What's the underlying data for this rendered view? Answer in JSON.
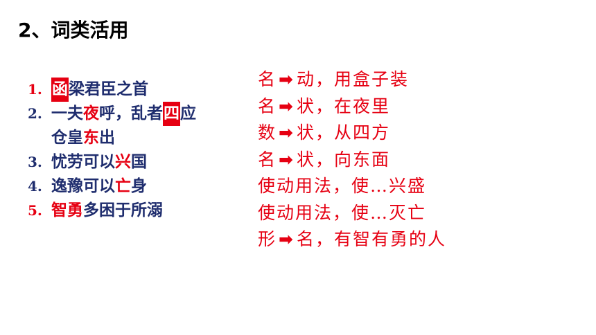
{
  "title": "2、词类活用",
  "examples": [
    {
      "num": "1.",
      "num_red": true,
      "parts": [
        {
          "text": "函",
          "style": "box"
        },
        {
          "text": "梁君臣之首",
          "style": "plain"
        }
      ]
    },
    {
      "num": "2.",
      "num_red": false,
      "parts": [
        {
          "text": "一夫",
          "style": "plain"
        },
        {
          "text": "夜",
          "style": "red"
        },
        {
          "text": "呼，乱者",
          "style": "plain"
        },
        {
          "text": "四",
          "style": "box"
        },
        {
          "text": "应",
          "style": "plain"
        }
      ]
    },
    {
      "num": "",
      "num_red": false,
      "cont": true,
      "parts": [
        {
          "text": "仓皇",
          "style": "plain"
        },
        {
          "text": "东",
          "style": "red"
        },
        {
          "text": "出",
          "style": "plain"
        }
      ]
    },
    {
      "num": "3.",
      "num_red": false,
      "parts": [
        {
          "text": "忧劳可以",
          "style": "plain"
        },
        {
          "text": "兴",
          "style": "red"
        },
        {
          "text": "国",
          "style": "plain"
        }
      ]
    },
    {
      "num": "4.",
      "num_red": false,
      "parts": [
        {
          "text": "逸豫可以",
          "style": "plain"
        },
        {
          "text": "亡",
          "style": "red"
        },
        {
          "text": "身",
          "style": "plain"
        }
      ]
    },
    {
      "num": "5.",
      "num_red": true,
      "parts": [
        {
          "text": "智勇",
          "style": "red"
        },
        {
          "text": "多困于所溺",
          "style": "plain"
        }
      ]
    }
  ],
  "explanations": [
    {
      "from": "名",
      "to": "动",
      "rest": "，用盒子装"
    },
    {
      "from": "名",
      "to": "状",
      "rest": "，在夜里"
    },
    {
      "from": "数",
      "to": "状",
      "rest": "，从四方"
    },
    {
      "from": "名",
      "to": "状",
      "rest": "，向东面"
    },
    {
      "text": "使动用法，使…兴盛"
    },
    {
      "text": "使动用法，使…灭亡"
    },
    {
      "from": "形",
      "to": "名",
      "rest": "，有智有勇的人"
    }
  ],
  "icons": {
    "arrow": "➡"
  },
  "colors": {
    "highlight_red": "#e60012",
    "text_navy": "#1f2d6e"
  }
}
